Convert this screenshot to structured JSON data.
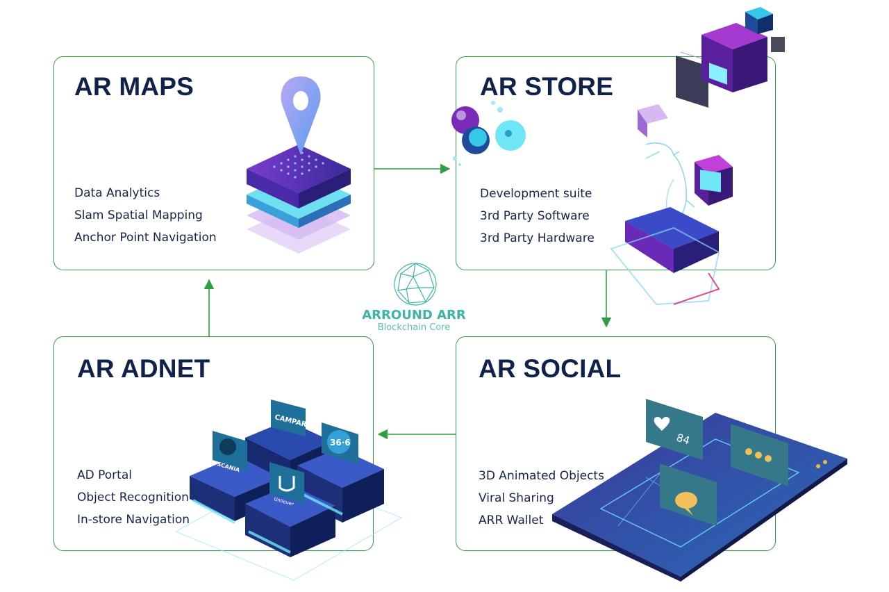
{
  "maps": {
    "title": "AR MAPS",
    "items": [
      "Data Analytics",
      "Slam Spatial Mapping",
      "Anchor Point Navigation"
    ]
  },
  "store": {
    "title": "AR STORE",
    "items": [
      "Development suite",
      "3rd Party Software",
      "3rd Party Hardware"
    ]
  },
  "adnet": {
    "title": "AR ADNET",
    "items": [
      "AD Portal",
      "Object Recognition",
      "In-store Navigation"
    ],
    "brands": [
      "CAMPARI",
      "36·6",
      "SCANIA",
      "Unilever"
    ]
  },
  "social": {
    "title": "AR SOCIAL",
    "items": [
      "3D Animated Objects",
      "Viral Sharing",
      "ARR Wallet"
    ],
    "like_count": "84"
  },
  "core": {
    "title": "ARROUND ARR",
    "subtitle": "Blockchain Core"
  },
  "colors": {
    "border": "#2e9e40",
    "arrow": "#2e9e40",
    "title_text": "#10224a",
    "core_teal": "#3cb4a6"
  },
  "icons": [
    "map-pin-icon",
    "dinosaur-hologram-icon",
    "heart-icon",
    "chat-dots-icon",
    "chat-bubble-icon",
    "geodesic-globe-icon"
  ]
}
